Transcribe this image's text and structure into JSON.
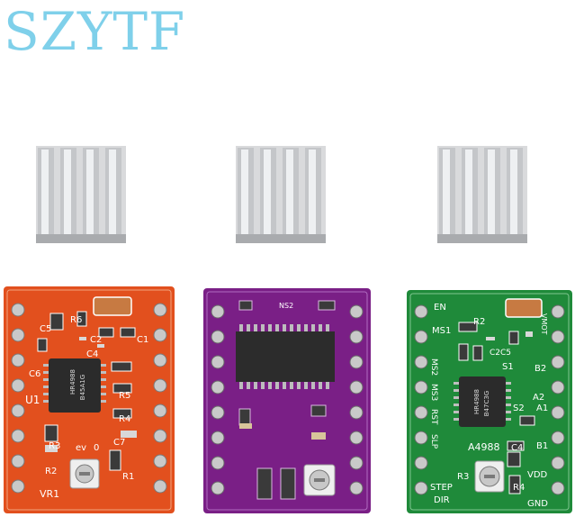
{
  "brand": {
    "text": "SZYTF",
    "color": "#7fd0ea"
  },
  "boards": [
    {
      "name": "red",
      "color": "#e2501e",
      "chip_text": [
        "HR4988",
        "B45A1G"
      ],
      "labels": {
        "c5": "C5",
        "r6": "R6",
        "c2": "C2",
        "c1": "C1",
        "c6": "C6",
        "c4": "C4",
        "u1": "U1",
        "r5": "R5",
        "r4": "R4",
        "r3": "R3",
        "r2": "R2",
        "c7": "C7",
        "r1": "R1",
        "ev": "ev",
        "o": "0",
        "vr1": "VR1"
      }
    },
    {
      "name": "purple",
      "color": "#7a1f86",
      "labels": {
        "ns2": "NS2"
      }
    },
    {
      "name": "green",
      "color": "#1f8a3a",
      "chip_text": [
        "HR4988",
        "B47C3G"
      ],
      "labels": {
        "en": "EN",
        "ms1": "MS1",
        "ms2": "MS2",
        "ms3": "MS3",
        "rst": "RST",
        "slp": "SLP",
        "step": "STEP",
        "dir": "DIR",
        "r2": "R2",
        "c2c5": "C2C5",
        "s1": "S1",
        "b2": "B2",
        "a2": "A2",
        "a1": "A1",
        "s2": "S2",
        "b1": "B1",
        "a4988": "A4988",
        "c4": "C4",
        "vdd": "VDD",
        "gnd": "GND",
        "r3": "R3",
        "r4": "R4",
        "vmot": "VMOT"
      }
    }
  ]
}
